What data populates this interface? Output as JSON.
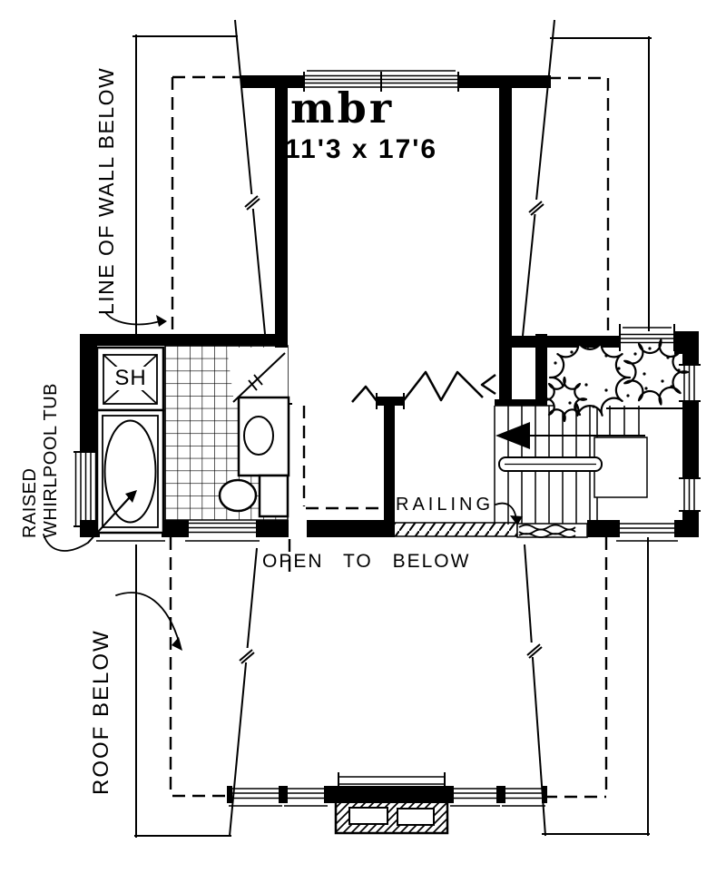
{
  "colors": {
    "ink": "#000000",
    "paper": "#ffffff"
  },
  "labels": {
    "room": "mbr",
    "room_dims": "11'3 x 17'6",
    "shower": "SH",
    "railing": "RAILING",
    "open_to_below": "OPEN TO BELOW",
    "roof_below": "ROOF BELOW",
    "line_of_wall_below": "LINE OF WALL BELOW",
    "tub_line1": "RAISED",
    "tub_line2": "WHIRLPOOL TUB"
  }
}
